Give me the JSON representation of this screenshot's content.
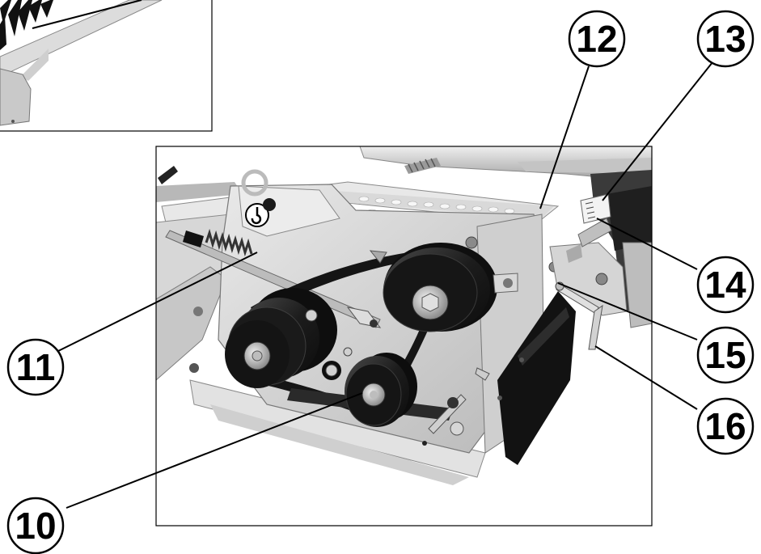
{
  "figure": {
    "callouts": [
      {
        "id": "c10",
        "label": "10"
      },
      {
        "id": "c11",
        "label": "11"
      },
      {
        "id": "c12",
        "label": "12"
      },
      {
        "id": "c13",
        "label": "13"
      },
      {
        "id": "c14",
        "label": "14"
      },
      {
        "id": "c15",
        "label": "15"
      },
      {
        "id": "c16",
        "label": "16"
      }
    ],
    "colors": {
      "ink": "#000000",
      "metal_light": "#d8d8d8",
      "metal_mid": "#a8a8a8",
      "metal_dark": "#555555",
      "rubber": "#1a1a1a",
      "background": "#ffffff"
    },
    "icons": [
      "lifting-hook-icon"
    ]
  }
}
